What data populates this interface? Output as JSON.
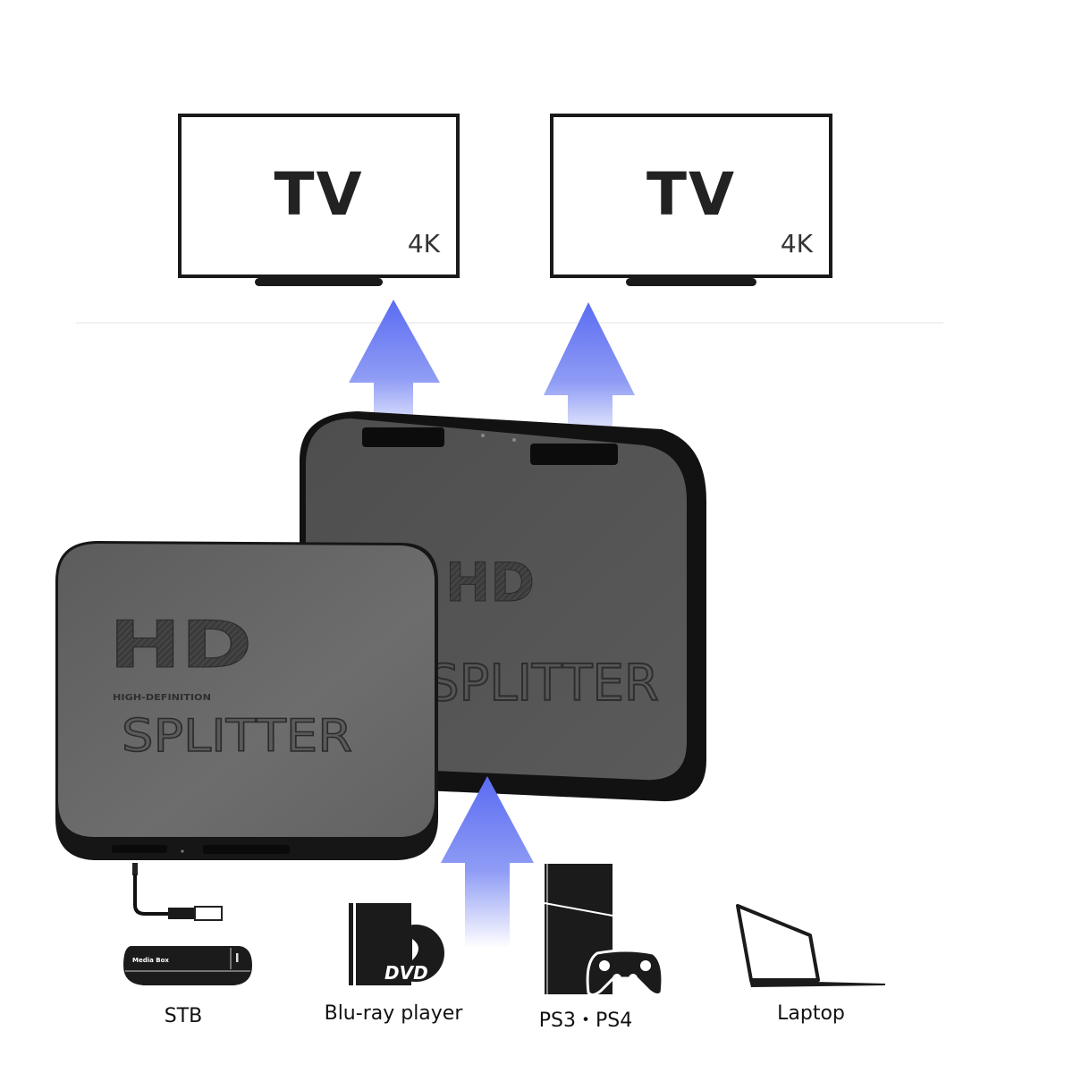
{
  "displays": [
    {
      "title": "TV",
      "resolution": "4K"
    },
    {
      "title": "TV",
      "resolution": "4K"
    }
  ],
  "splitter": {
    "logo": "HD",
    "tagline": "HIGH-DEFINITION",
    "name": "SPLITTER"
  },
  "sources": [
    {
      "label": "STB",
      "icon": "set-top-box-icon",
      "badge": "Media Box"
    },
    {
      "label": "Blu-ray player",
      "icon": "dvd-player-icon",
      "badge": "DVD"
    },
    {
      "label": "PS3・PS4",
      "icon": "game-console-icon"
    },
    {
      "label": "Laptop",
      "icon": "laptop-icon"
    }
  ],
  "colors": {
    "arrow": "#5b6cf2",
    "device": "#5e5e5e",
    "device_edge": "#111111"
  }
}
